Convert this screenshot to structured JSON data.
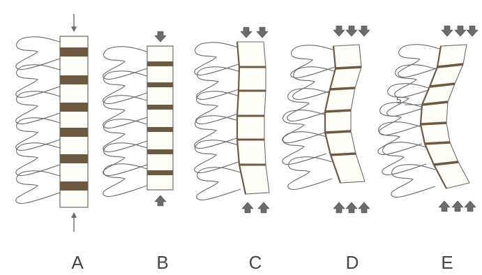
{
  "panels": [
    {
      "label": "A",
      "stage": "a"
    },
    {
      "label": "B",
      "stage": "b"
    },
    {
      "label": "C",
      "stage": "c"
    },
    {
      "label": "D",
      "stage": "d"
    },
    {
      "label": "E",
      "stage": "e"
    }
  ],
  "annotation": "5",
  "colors": {
    "disc": "#6e5a42",
    "vertebra_fill": "#fffdf7",
    "outline": "#6a6a6a",
    "arrow": "#6c6c6c",
    "label": "#454545"
  },
  "icons": {
    "thin_arrow": "thin-arrow-icon",
    "block_arrow": "block-arrow-icon"
  }
}
